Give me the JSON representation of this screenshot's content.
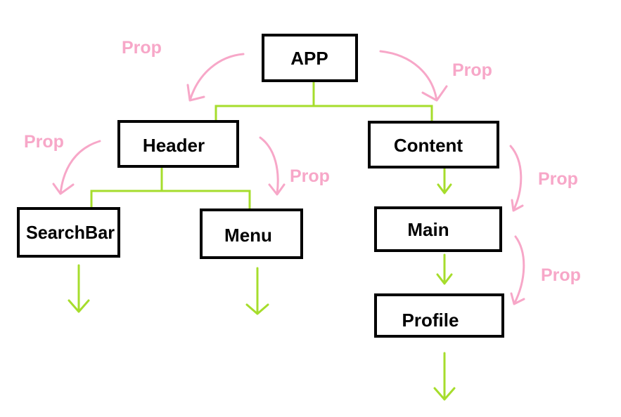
{
  "colors": {
    "connector": "#a6dd2c",
    "prop": "#f7a7c8",
    "box_border": "#000000",
    "text": "#000000",
    "background": "#ffffff"
  },
  "nodes": {
    "app": "APP",
    "header": "Header",
    "content": "Content",
    "searchbar": "SearchBar",
    "menu": "Menu",
    "main": "Main",
    "profile": "Profile"
  },
  "props": {
    "app_left": "Prop",
    "app_right": "Prop",
    "header_left": "Prop",
    "header_right": "Prop",
    "content_right": "Prop",
    "main_right": "Prop"
  }
}
